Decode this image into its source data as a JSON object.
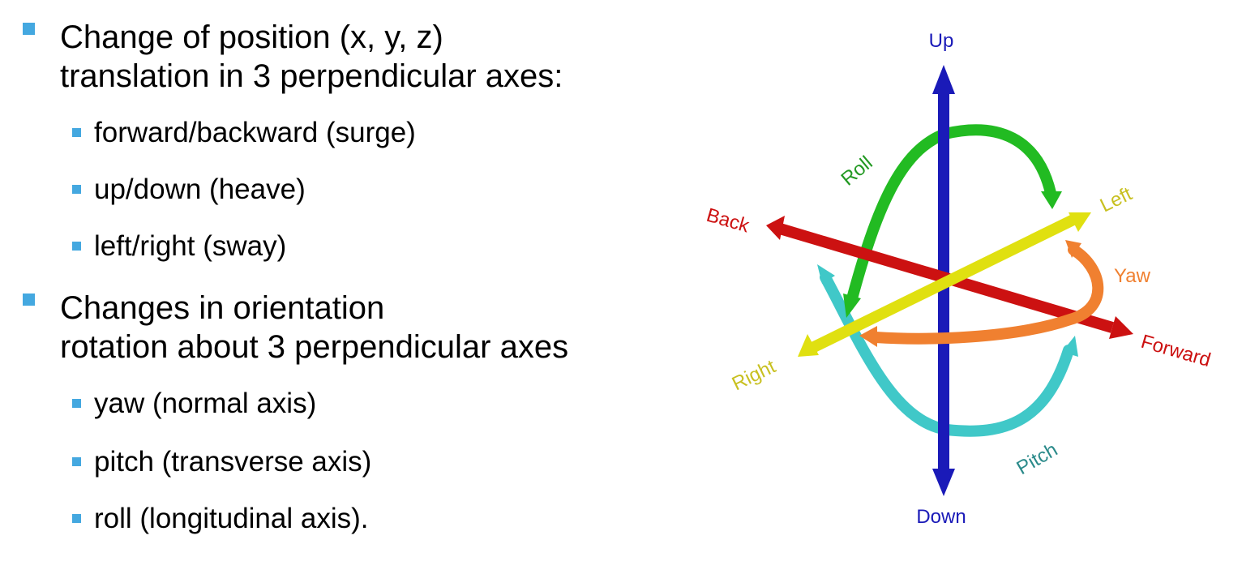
{
  "bullets": {
    "translation": {
      "line1": "Change of position (x, y, z)",
      "line2": "translation in 3 perpendicular axes:",
      "items": [
        "forward/backward (surge)",
        "up/down (heave)",
        "left/right (sway)"
      ]
    },
    "rotation": {
      "line1": "Changes in orientation",
      "line2": "rotation about 3 perpendicular axes",
      "items": [
        "yaw (normal axis)",
        "pitch (transverse axis)",
        "roll (longitudinal axis)."
      ]
    },
    "bullet_color": "#44a8e0"
  },
  "diagram": {
    "labels": {
      "up": "Up",
      "down": "Down",
      "back": "Back",
      "forward": "Forward",
      "left": "Left",
      "right": "Right",
      "roll": "Roll",
      "yaw": "Yaw",
      "pitch": "Pitch"
    },
    "colors": {
      "up_down": "#1a1ab8",
      "back_forward": "#cc1111",
      "left_right": "#e0e010",
      "roll": "#22bb22",
      "yaw": "#f08030",
      "pitch": "#40c8c8",
      "pitch_label": "#2a8a8a",
      "roll_label": "#229922",
      "left_label": "#c8c020"
    }
  }
}
